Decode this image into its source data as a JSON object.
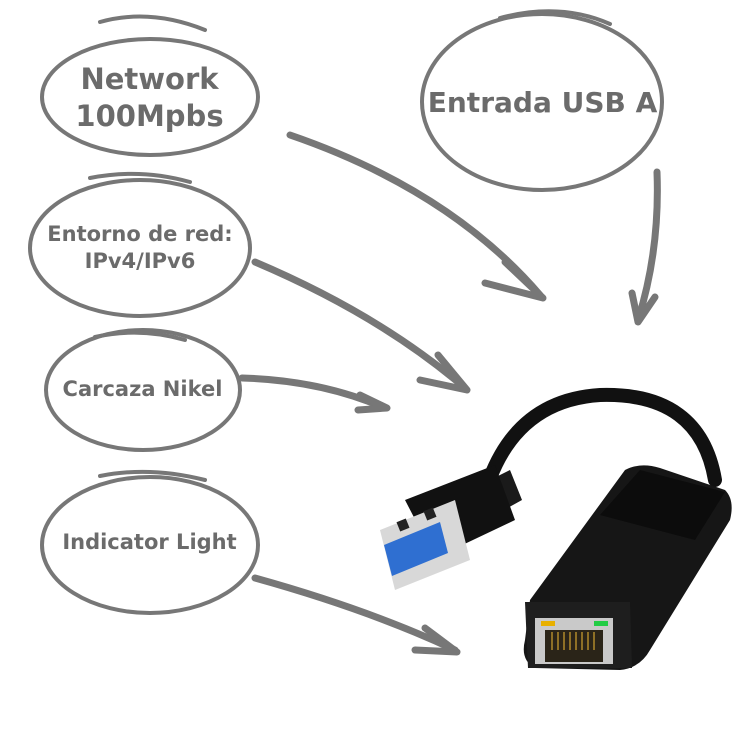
{
  "labels": {
    "network": [
      "Network",
      "100Mpbs"
    ],
    "usb": "Entrada USB A",
    "entorno": [
      "Entorno de red:",
      "IPv4/IPv6"
    ],
    "carcaza": "Carcaza Nikel",
    "indicator": "Indicator Light"
  },
  "colors": {
    "sketch": "#6b6b6b",
    "adapter_body": "#161616",
    "usb_blue": "#2f6fd1",
    "led_amber": "#e8b000",
    "led_green": "#22cc44"
  }
}
